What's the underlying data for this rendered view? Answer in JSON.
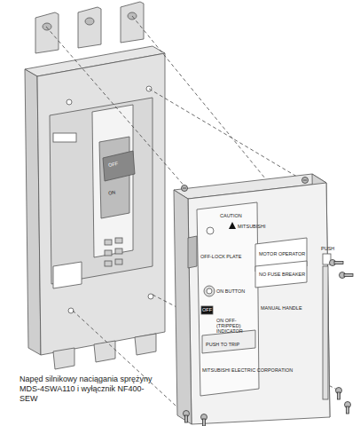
{
  "diagram": {
    "caption": "Napęd silnikowy naciągania sprężyny MDS-4SWA110 i wyłącznik NF400-SEW",
    "labels": [
      "OFF",
      "ON",
      "CAUTION",
      "MITSUBISHI",
      "MOTOR OPERATOR",
      "NO FUSE BREAKER",
      "OFF-LOCK PLATE",
      "ON BUTTON",
      "ON OFF-(TRIPPED) INDICATOR",
      "MANUAL HANDLE",
      "PUSH TO TRIP",
      "MITSUBISHI ELECTRIC CORPORATION",
      "PUSH",
      "OFF"
    ]
  }
}
